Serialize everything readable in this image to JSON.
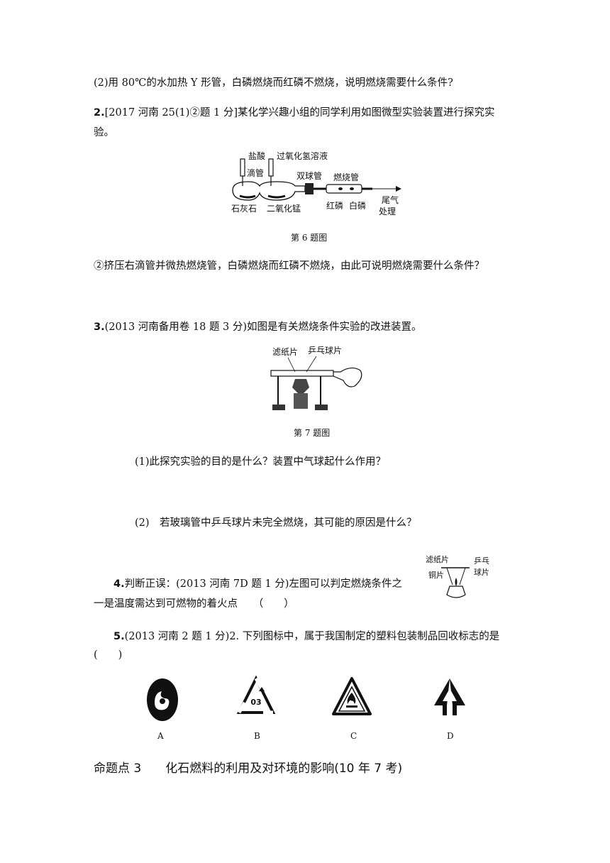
{
  "q1_part2": "(2)用 80℃的水加热 Y 形管，白磷燃烧而红磷不燃烧，说明燃烧需要什么条件?",
  "q2": {
    "num": "2.",
    "line1": "[2017 河南 25(1)②题 1 分]某化学兴趣小组的同学利用如图微型实验装置进行探究实",
    "line2": "验。",
    "fig_labels": {
      "hcl": "盐酸",
      "h2o2": "过氧化氢溶液",
      "dropper": "滴管",
      "double_bulb": "双球管",
      "combustion_tube": "燃烧管",
      "limestone": "石灰石",
      "mno2": "二氧化锰",
      "red_p": "红磷",
      "white_p": "白磷",
      "tail_gas_1": "尾气",
      "tail_gas_2": "处理"
    },
    "caption": "第 6 题图",
    "question": "②挤压右滴管并微热燃烧管，白磷燃烧而红磷不燃烧，由此可说明燃烧需要什么条件？"
  },
  "q3": {
    "num": "3.",
    "text": "(2013 河南备用卷 18 题 3 分)如图是有关燃烧条件实验的改进装置。",
    "fig_labels": {
      "filter_paper": "滤纸片",
      "pingpong": "乒乓球片"
    },
    "caption": "第 7 题图",
    "sub1": "(1)此探究实验的目的是什么？装置中气球起什么作用？",
    "sub2": "(2)　若玻璃管中乒乓球片未完全燃烧，其可能的原因是什么？"
  },
  "q4": {
    "num": "4.",
    "line1": "判断正误：(2013 河南 7D 题 1 分)左图可以判定燃烧条件之",
    "line2": "一是温度需达到可燃物的着火点　　（　　）",
    "fig_labels": {
      "filter_paper": "滤纸片",
      "pingpong_1": "乒乓",
      "pingpong_2": "球片",
      "copper": "铜片"
    }
  },
  "q5": {
    "num": "5.",
    "line1": "(2013 河南 2 题 1 分)2. 下列图标中，属于我国制定的塑料包装制品回收标志的是",
    "line2": "(　　)",
    "options": [
      "A",
      "B",
      "C",
      "D"
    ],
    "recycle_code": "03",
    "icons": [
      "water-drop-circle-icon",
      "recycle-03-icon",
      "flammable-warning-icon",
      "recycle-arrow-icon"
    ]
  },
  "section": "命题点 3　　化石燃料的利用及对环境的影响(10 年 7 考)"
}
